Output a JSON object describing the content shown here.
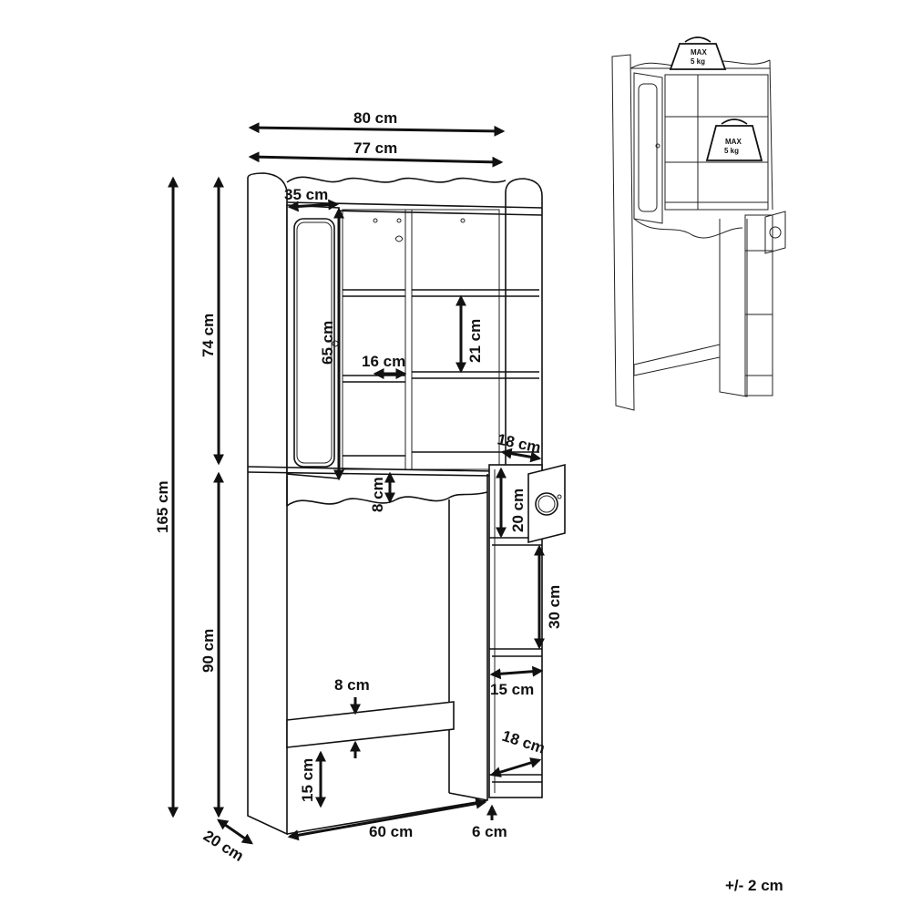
{
  "dimensions": {
    "total_width": "80 cm",
    "inner_width": "77 cm",
    "top_depth": "35 cm",
    "total_height": "165 cm",
    "upper_height": "74 cm",
    "lower_height": "90 cm",
    "door_height": "65 cm",
    "shelf_gap": "21 cm",
    "shelf_width": "16 cm",
    "side_depth_top": "18 cm",
    "arch_height": "8 cm",
    "compartment_top": "20 cm",
    "compartment_mid": "30 cm",
    "compartment_low": "15 cm",
    "side_depth_bottom": "18 cm",
    "crossbar_height": "8 cm",
    "crossbar_clearance": "15 cm",
    "base_depth": "20 cm",
    "base_opening": "60 cm",
    "foot_height": "6 cm"
  },
  "max_load": {
    "label_top": "MAX",
    "label_bottom": "5 kg"
  },
  "tolerance": "+/- 2 cm"
}
